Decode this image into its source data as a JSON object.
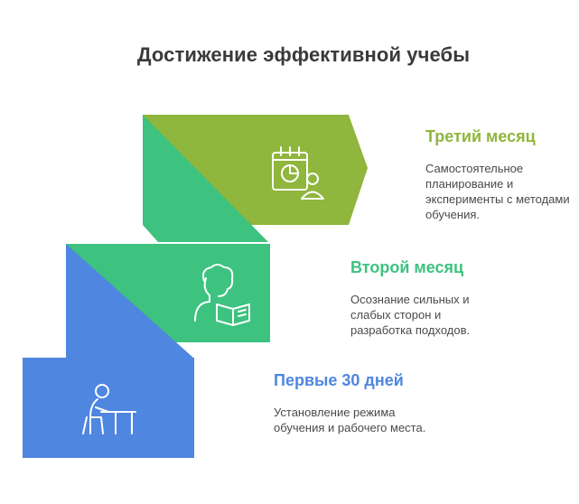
{
  "title": "Достижение эффективной учебы",
  "stages": [
    {
      "title": "Первые 30 дней",
      "description": "Установление режима обучения и рабочего места.",
      "color": "#4f86e0",
      "icon": "student-at-desk-icon"
    },
    {
      "title": "Второй месяц",
      "description": "Осознание сильных и слабых сторон и разработка подходов.",
      "color": "#3ec27f",
      "icon": "person-reading-book-icon"
    },
    {
      "title": "Третий месяц",
      "description": "Самостоятельное планирование и эксперименты с методами обучения.",
      "color": "#8fb63d",
      "icon": "calendar-chart-user-icon"
    }
  ]
}
